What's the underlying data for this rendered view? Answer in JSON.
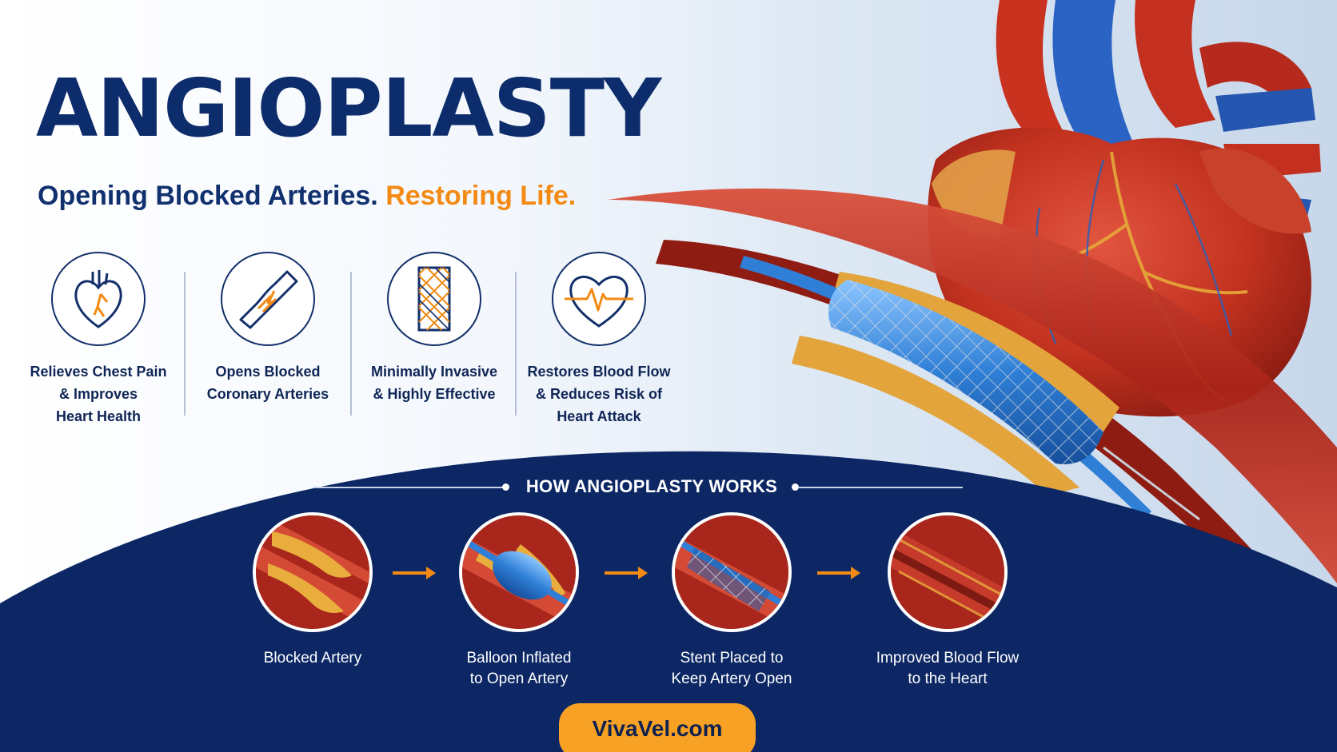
{
  "title": "ANGIOPLASTY",
  "subtitle": {
    "primary": "Opening Blocked Arteries.",
    "accent": "Restoring Life."
  },
  "benefits": [
    {
      "icon": "heart-anatomy-icon",
      "line1": "Relieves Chest Pain",
      "line2": "& Improves",
      "line3": "Heart Health"
    },
    {
      "icon": "blocked-artery-icon",
      "line1": "Opens Blocked",
      "line2": "Coronary Arteries",
      "line3": ""
    },
    {
      "icon": "stent-mesh-icon",
      "line1": "Minimally Invasive",
      "line2": "& Highly Effective",
      "line3": ""
    },
    {
      "icon": "heartbeat-icon",
      "line1": "Restores Blood Flow",
      "line2": "& Reduces Risk of",
      "line3": "Heart Attack"
    }
  ],
  "how_it_works": {
    "heading": "HOW ANGIOPLASTY WORKS",
    "steps": [
      {
        "line1": "Blocked Artery",
        "line2": ""
      },
      {
        "line1": "Balloon Inflated",
        "line2": "to Open Artery"
      },
      {
        "line1": "Stent Placed to",
        "line2": "Keep Artery Open"
      },
      {
        "line1": "Improved Blood Flow",
        "line2": "to the Heart"
      }
    ]
  },
  "cta": {
    "label": "VivaVel.com"
  },
  "colors": {
    "navy": "#0d2c6b",
    "band": "#0c2764",
    "accent_orange": "#f28a14",
    "cta_orange": "#f7a125",
    "artery_red": "#b3281d",
    "plaque": "#e6a93a",
    "stent_blue": "#2f7fd6"
  }
}
